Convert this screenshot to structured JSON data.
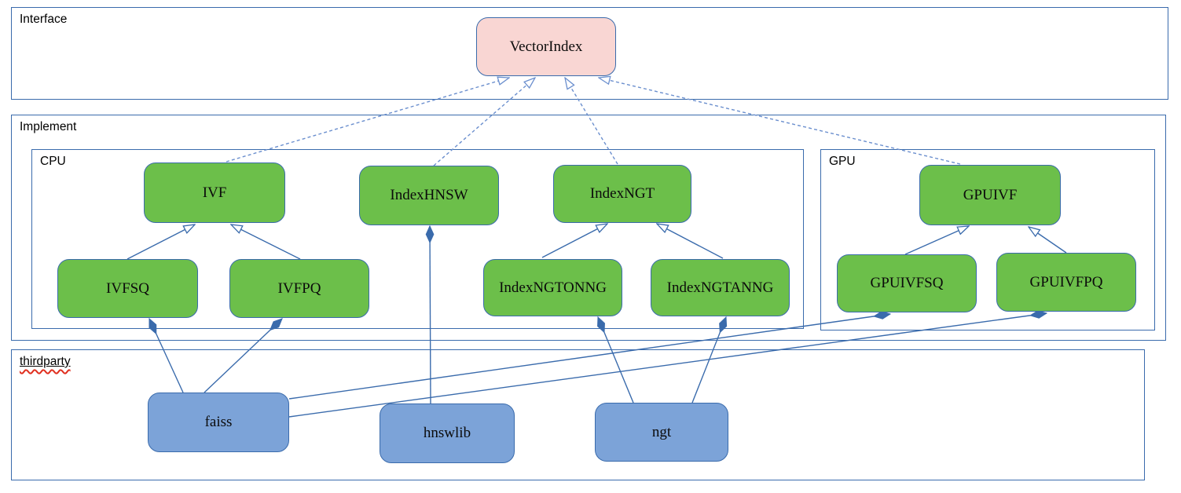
{
  "sections": {
    "interface": {
      "label": "Interface"
    },
    "implement": {
      "label": "Implement"
    },
    "cpu": {
      "label": "CPU"
    },
    "gpu": {
      "label": "GPU"
    },
    "thirdparty": {
      "label": "thirdparty",
      "spellcheck_underline": true
    }
  },
  "nodes": {
    "vectorindex": {
      "label": "VectorIndex",
      "section": "interface",
      "fill": "#f9d6d3"
    },
    "ivf": {
      "label": "IVF",
      "section": "cpu",
      "fill": "#6cbf4a"
    },
    "indexhnsw": {
      "label": "IndexHNSW",
      "section": "cpu",
      "fill": "#6cbf4a"
    },
    "indexngt": {
      "label": "IndexNGT",
      "section": "cpu",
      "fill": "#6cbf4a"
    },
    "ivfsq": {
      "label": "IVFSQ",
      "section": "cpu",
      "fill": "#6cbf4a"
    },
    "ivfpq": {
      "label": "IVFPQ",
      "section": "cpu",
      "fill": "#6cbf4a"
    },
    "indexngtonng": {
      "label": "IndexNGTONNG",
      "section": "cpu",
      "fill": "#6cbf4a"
    },
    "indexngtanng": {
      "label": "IndexNGTANNG",
      "section": "cpu",
      "fill": "#6cbf4a"
    },
    "gpuivf": {
      "label": "GPUIVF",
      "section": "gpu",
      "fill": "#6cbf4a"
    },
    "gpuivfsq": {
      "label": "GPUIVFSQ",
      "section": "gpu",
      "fill": "#6cbf4a"
    },
    "gpuivfpq": {
      "label": "GPUIVFPQ",
      "section": "gpu",
      "fill": "#6cbf4a"
    },
    "faiss": {
      "label": "faiss",
      "section": "thirdparty",
      "fill": "#7ca3d8"
    },
    "hnswlib": {
      "label": "hnswlib",
      "section": "thirdparty",
      "fill": "#7ca3d8"
    },
    "ngt": {
      "label": "ngt",
      "section": "thirdparty",
      "fill": "#7ca3d8"
    }
  },
  "edges": [
    {
      "from": "IVF",
      "to": "VectorIndex",
      "type": "realization",
      "style": "dashed, hollow arrow at VectorIndex"
    },
    {
      "from": "IndexHNSW",
      "to": "VectorIndex",
      "type": "realization",
      "style": "dashed, hollow arrow at VectorIndex"
    },
    {
      "from": "IndexNGT",
      "to": "VectorIndex",
      "type": "realization",
      "style": "dashed, hollow arrow at VectorIndex"
    },
    {
      "from": "GPUIVF",
      "to": "VectorIndex",
      "type": "realization",
      "style": "dashed, hollow arrow at VectorIndex"
    },
    {
      "from": "IVFSQ",
      "to": "IVF",
      "type": "generalization",
      "style": "solid, hollow arrow at IVF"
    },
    {
      "from": "IVFPQ",
      "to": "IVF",
      "type": "generalization",
      "style": "solid, hollow arrow at IVF"
    },
    {
      "from": "IndexNGTONNG",
      "to": "IndexNGT",
      "type": "generalization",
      "style": "solid, hollow arrow at IndexNGT"
    },
    {
      "from": "IndexNGTANNG",
      "to": "IndexNGT",
      "type": "generalization",
      "style": "solid, hollow arrow at IndexNGT"
    },
    {
      "from": "GPUIVFSQ",
      "to": "GPUIVF",
      "type": "generalization",
      "style": "solid, hollow arrow at GPUIVF"
    },
    {
      "from": "GPUIVFPQ",
      "to": "GPUIVF",
      "type": "generalization",
      "style": "solid, hollow arrow at GPUIVF"
    },
    {
      "from": "faiss",
      "to": "IVFSQ",
      "type": "composition",
      "style": "solid, filled diamond at IVFSQ"
    },
    {
      "from": "faiss",
      "to": "IVFPQ",
      "type": "composition",
      "style": "solid, filled diamond at IVFPQ"
    },
    {
      "from": "hnswlib",
      "to": "IndexHNSW",
      "type": "composition",
      "style": "solid, filled diamond at IndexHNSW"
    },
    {
      "from": "ngt",
      "to": "IndexNGTONNG",
      "type": "composition",
      "style": "solid, filled diamond at IndexNGTONNG"
    },
    {
      "from": "ngt",
      "to": "IndexNGTANNG",
      "type": "composition",
      "style": "solid, filled diamond at IndexNGTANNG"
    },
    {
      "from": "faiss",
      "to": "GPUIVFSQ",
      "type": "composition",
      "style": "solid, filled diamond at GPUIVFSQ"
    },
    {
      "from": "faiss",
      "to": "GPUIVFPQ",
      "type": "composition",
      "style": "solid, filled diamond at GPUIVFPQ"
    }
  ],
  "colors": {
    "frame_border": "#3a6bac",
    "node_border": "#3a6bac",
    "solid_edge": "#3a6bac",
    "dashed_edge": "#6b8fce",
    "green_fill": "#6cbf4a",
    "pink_fill": "#f9d6d3",
    "blue_fill": "#7ca3d8",
    "spellcheck_underline": "#e03020",
    "background": "#ffffff",
    "text": "#000000"
  }
}
